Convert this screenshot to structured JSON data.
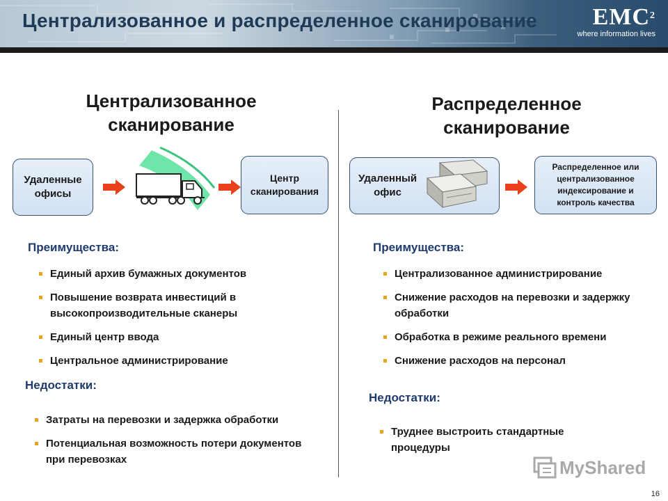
{
  "header": {
    "title": "Централизованное и распределенное сканирование",
    "logo": "EMC",
    "logo_superscript": "2",
    "tagline": "where information lives"
  },
  "left": {
    "title_line1": "Централизованное",
    "title_line2": "сканирование",
    "box1": {
      "line1": "Удаленные",
      "line2": "офисы"
    },
    "box2": {
      "line1": "Центр",
      "line2": "сканирования"
    },
    "advantages_title": "Преимущества:",
    "advantages": [
      {
        "line1": "Единый архив бумажных документов"
      },
      {
        "line1": "Повышение возврата инвестиций в",
        "line2": "высокопроизводительные сканеры"
      },
      {
        "line1": "Единый центр ввода"
      },
      {
        "line1": "Центральное администрирование"
      }
    ],
    "disadvantages_title": "Недостатки:",
    "disadvantages": [
      {
        "line1": "Затраты на перевозки и задержка обработки"
      },
      {
        "line1": "Потенциальная возможность потери документов",
        "line2": "при перевозках"
      }
    ]
  },
  "right": {
    "title_line1": "Распределенное",
    "title_line2": "сканирование",
    "box1": {
      "line1": "Удаленный",
      "line2": "офис"
    },
    "box2": {
      "line1": "Распределенное или",
      "line2": "централизованное",
      "line3": "индексирование и",
      "line4": "контроль качества"
    },
    "advantages_title": "Преимущества:",
    "advantages": [
      {
        "line1": "Централизованное администрирование"
      },
      {
        "line1": "Снижение расходов на перевозки и задержку",
        "line2": "обработки"
      },
      {
        "line1": "Обработка в режиме реального времени"
      },
      {
        "line1": "Снижение расходов на персонал"
      }
    ],
    "disadvantages_title": "Недостатки:",
    "disadvantages": [
      {
        "line1": "Труднее выстроить стандартные",
        "line2": "процедуры"
      }
    ]
  },
  "watermark": "MyShared",
  "page_number": "16",
  "colors": {
    "accent_heading": "#1f3a6e",
    "bullet": "#e8a21c",
    "arrow": "#e8401a",
    "box_fill": "#d9e6f5",
    "box_border": "#33506e"
  }
}
